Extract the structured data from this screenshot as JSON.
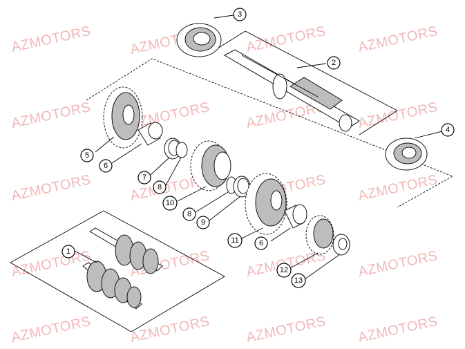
{
  "watermark": {
    "text": "AZMOTORS",
    "color": "#f2b7b7"
  },
  "callouts": [
    {
      "id": "c1",
      "label": "1"
    },
    {
      "id": "c2",
      "label": "2"
    },
    {
      "id": "c3",
      "label": "3"
    },
    {
      "id": "c4",
      "label": "4"
    },
    {
      "id": "c5",
      "label": "5"
    },
    {
      "id": "c6a",
      "label": "6"
    },
    {
      "id": "c6b",
      "label": "6"
    },
    {
      "id": "c7",
      "label": "7"
    },
    {
      "id": "c8a",
      "label": "8"
    },
    {
      "id": "c8b",
      "label": "8"
    },
    {
      "id": "c9",
      "label": "9"
    },
    {
      "id": "c10",
      "label": "10"
    },
    {
      "id": "c11",
      "label": "11"
    },
    {
      "id": "c12",
      "label": "12"
    },
    {
      "id": "c13",
      "label": "13"
    }
  ],
  "colors": {
    "line": "#000000",
    "part_fill": "#ffffff",
    "shade": "#444444"
  }
}
